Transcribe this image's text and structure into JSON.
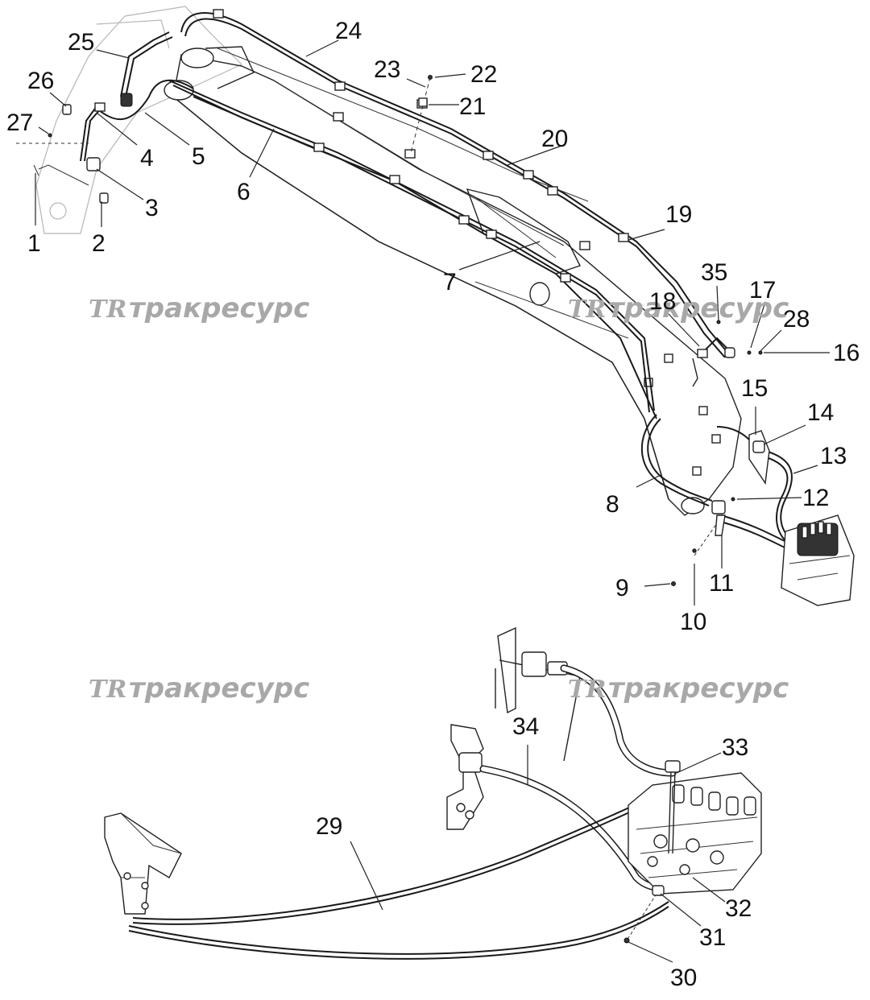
{
  "watermark": {
    "logo": "TR",
    "text": "тракресурс"
  },
  "callouts": [
    "1",
    "2",
    "3",
    "4",
    "5",
    "6",
    "7",
    "8",
    "9",
    "10",
    "11",
    "12",
    "13",
    "14",
    "15",
    "16",
    "17",
    "18",
    "19",
    "20",
    "21",
    "22",
    "23",
    "24",
    "25",
    "26",
    "27",
    "28",
    "29",
    "30",
    "31",
    "32",
    "33",
    "34",
    "35"
  ],
  "colors": {
    "line": "#222222",
    "watermark": "#a8a8a8",
    "background": "#ffffff"
  }
}
